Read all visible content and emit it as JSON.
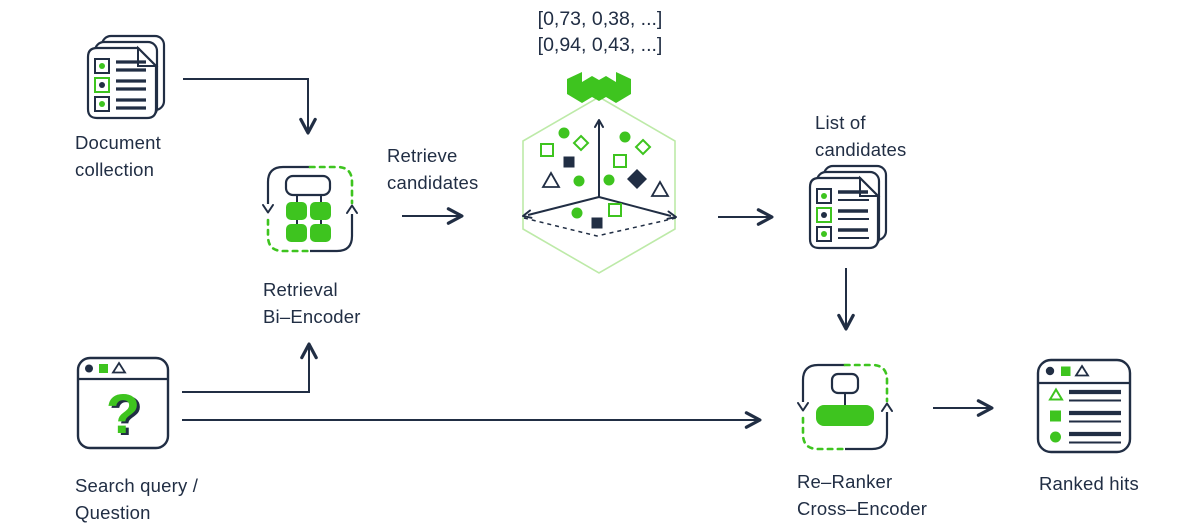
{
  "colors": {
    "navy": "#212e44",
    "green": "#3ec41f",
    "lightgreen": "#bdeaa8"
  },
  "vectors": {
    "line1": "[0,73, 0,38, ...]",
    "line2": "[0,94, 0,43, ...]"
  },
  "labels": {
    "document_collection": [
      "Document",
      "collection"
    ],
    "retrieval_bi_encoder": [
      "Retrieval",
      "Bi–Encoder"
    ],
    "retrieve_candidates": [
      "Retrieve",
      "candidates"
    ],
    "list_of_candidates": [
      "List of",
      "candidates"
    ],
    "re_ranker": [
      "Re–Ranker",
      "Cross–Encoder"
    ],
    "ranked_hits": "Ranked hits",
    "search_query": [
      "Search query /",
      "Question"
    ]
  },
  "icons": [
    "document-stack-icon",
    "bi-encoder-loop-icon",
    "vector-space-hexagon-icon",
    "weaviate-logo-icon",
    "list-of-candidates-stack-icon",
    "re-ranker-loop-icon",
    "search-query-window-icon",
    "question-mark-icon",
    "ranked-hits-window-icon"
  ]
}
